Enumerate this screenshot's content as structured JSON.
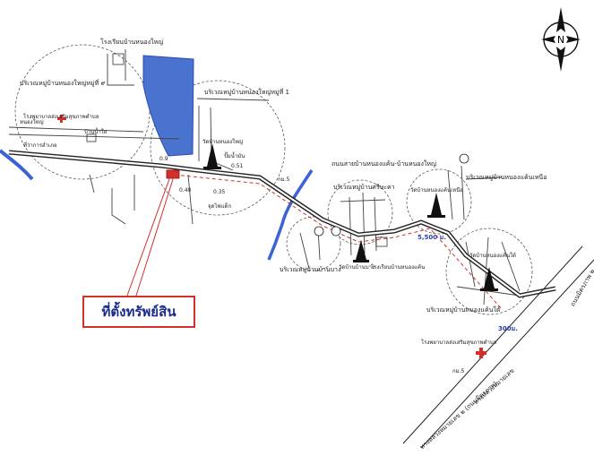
{
  "map": {
    "compass_letter": "N",
    "property_label": "ที่ตั้งทรัพย์สิน",
    "labels": {
      "school_top": "โรงเรียนบ้านหนองใหญ่",
      "village9": "บริเวณหมู่บ้านหนองใหญ่หมู่ที่ ๙",
      "village1": "บริเวณหมู่บ้านหนองใหญ่หมู่ที่ 1",
      "hospital_left": "โรงพยาบาลส่งเสริมสุขภาพตำบล",
      "sign_left": "บ้านน้ำใส",
      "road_left": "ที่ว่าการอำเภอ",
      "school_left": "หนองใหญ่",
      "temple_nongyai": "วัดบ้านหนองใหญ่",
      "gas_station": "ปั๊มน้ำมัน",
      "km_04": "0.35",
      "km_06": "0.9",
      "km_040": "0.40",
      "km_085": "0.35",
      "km_051": "0.51",
      "junction": "จุดไฟแด็ก",
      "road_name": "ถนนสายบ้านหนองแค้น-บ้านหนองใหญ่",
      "km5_a": "กม.5",
      "village_sikha": "บริเวณหมู่บ้านศรีษะคา",
      "temple_nongkhaen_n": "วัดบ้านหนองแค้นเหนือ",
      "village_nongkhaen_n": "บริเวณหมู่บ้านหนองแค้นเหนือ",
      "distance": "5,500 ม.",
      "village_baibang": "บริเวณหมู่บ้านบ้านบาง",
      "temple_baibang": "วัดบ้านบ้านบาง",
      "school_nongkhaen": "โรงเรียนบ้านหนองแค้น",
      "temple_nongkhaen_s": "วัดบ้านหนองแค้นใต้",
      "village_nongkhaen_s": "บริเวณหมู่บ้านหนองแค้นใต้",
      "distance_300": "300ม.",
      "hospital_right": "โรงพยาบาลส่งเสริมสุขภาพตำบล",
      "km5_b": "กม.5",
      "highway_upper": "ทางหลวงหมายเลข",
      "highway_lower": "ทางหลวงหมายเลข ๒ (ถนนมิตรภาพ)",
      "highway_no": "ถนนมิตรภาพ ๒"
    }
  }
}
